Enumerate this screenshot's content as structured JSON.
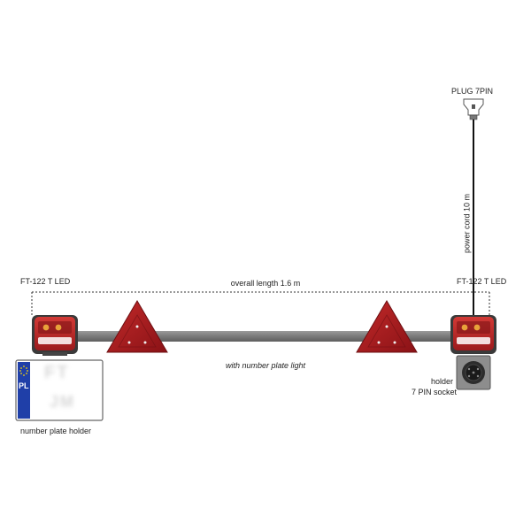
{
  "labels": {
    "plug": "PLUG 7PIN",
    "power_cord": "power cord 10 m",
    "lamp_left": "FT-122 T LED",
    "lamp_right": "FT-122 T LED",
    "overall_length": "overall length 1.6 m",
    "number_plate_light": "with number plate light",
    "holder_line1": "holder",
    "holder_line2": "7 PIN socket",
    "number_plate_holder": "number plate holder"
  },
  "plate": {
    "country_code": "PL",
    "blurred_line1": "FT",
    "blurred_line2": "JM"
  },
  "colors": {
    "bar": "#7a7a7a",
    "lamp_red": "#b01e1e",
    "triangle_red": "#a3191c",
    "amber": "#e8a23a",
    "eu_blue": "#1f3fa8",
    "cable": "#111111"
  }
}
